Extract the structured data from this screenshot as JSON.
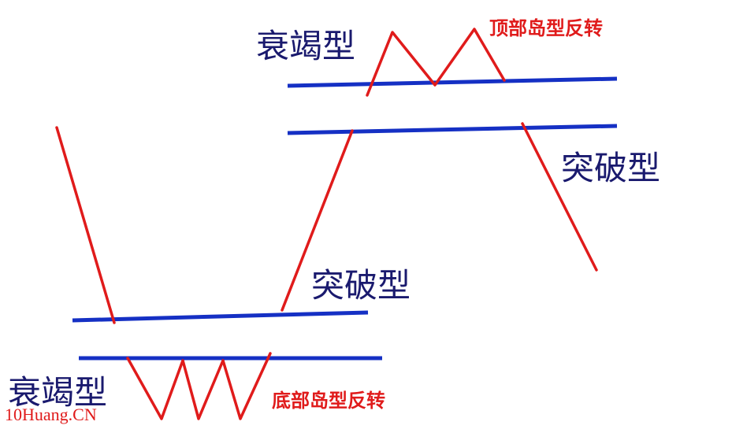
{
  "labels": {
    "top_exhaustion": "衰竭型",
    "top_island_reversal": "顶部岛型反转",
    "top_breakaway": "突破型",
    "bottom_breakaway": "突破型",
    "bottom_exhaustion": "衰竭型",
    "bottom_island_reversal": "底部岛型反转"
  },
  "watermark": "10Huang.CN",
  "colors": {
    "price_line": "#e01b1b",
    "gap_line": "#1530c4",
    "label_text": "#1a1a6e",
    "red_text": "#e01b1b"
  }
}
